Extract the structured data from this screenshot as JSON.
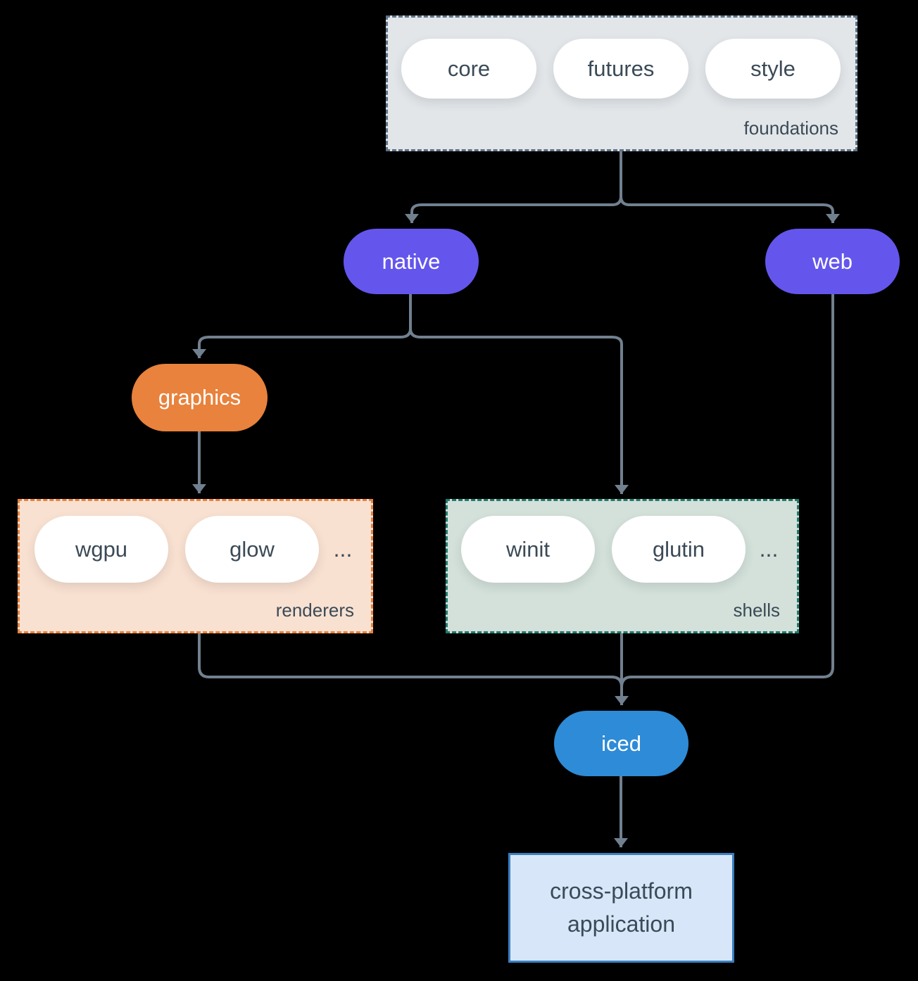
{
  "diagram": {
    "background": "#000000",
    "connector_color": "#71808f",
    "text_color": "#3b4a57",
    "foundations": {
      "label": "foundations",
      "fill": "#e2e6e9",
      "border": "#5f7287",
      "pills": [
        {
          "label": "core"
        },
        {
          "label": "futures"
        },
        {
          "label": "style"
        }
      ]
    },
    "native": {
      "label": "native",
      "fill": "#6456ec"
    },
    "web": {
      "label": "web",
      "fill": "#6456ec"
    },
    "graphics": {
      "label": "graphics",
      "fill": "#e8823c"
    },
    "renderers": {
      "label": "renderers",
      "fill": "#f9e1d1",
      "border": "#e8823c",
      "pills": [
        {
          "label": "wgpu"
        },
        {
          "label": "glow"
        }
      ],
      "ellipsis": "..."
    },
    "shells": {
      "label": "shells",
      "fill": "#d3e1da",
      "border": "#1f7a6b",
      "pills": [
        {
          "label": "winit"
        },
        {
          "label": "glutin"
        }
      ],
      "ellipsis": "..."
    },
    "iced": {
      "label": "iced",
      "fill": "#2e8bd7"
    },
    "application": {
      "fill": "#d7e6f8",
      "border": "#3a7fc1",
      "lines": [
        "cross-platform",
        "application"
      ]
    }
  }
}
